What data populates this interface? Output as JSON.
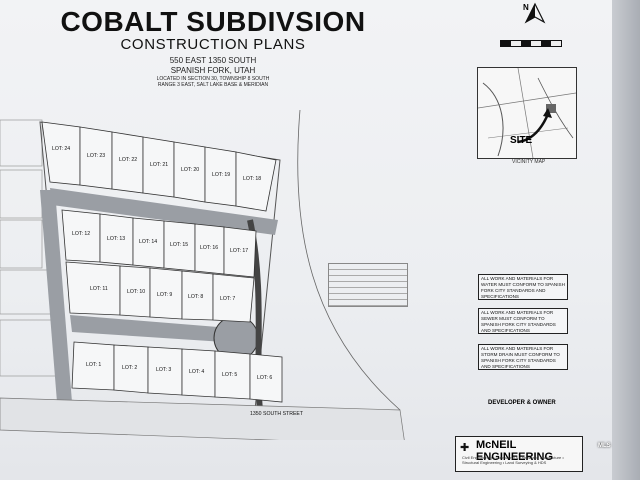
{
  "header": {
    "title": "COBALT SUBDIVSION",
    "subtitle": "CONSTRUCTION PLANS",
    "address1": "550 EAST 1350 SOUTH",
    "address2": "SPANISH FORK, UTAH",
    "legal1": "LOCATED IN SECTION 30, TOWNSHIP 8 SOUTH",
    "legal2": "RANGE 3 EAST, SALT LAKE BASE & MERIDIAN"
  },
  "north_arrow": {
    "label": "N"
  },
  "vicinity": {
    "site_label": "SITE",
    "caption": "VICINITY MAP"
  },
  "lots": {
    "row_top": [
      "LOT: 24",
      "LOT: 23",
      "LOT: 22",
      "LOT: 21",
      "LOT: 20",
      "LOT: 19",
      "LOT: 18"
    ],
    "row_mid1": [
      "LOT: 12",
      "LOT: 13",
      "LOT: 14",
      "LOT: 15",
      "LOT: 16",
      "LOT: 17"
    ],
    "row_mid2": [
      "LOT: 11",
      "LOT: 10",
      "LOT: 9",
      "LOT: 8",
      "LOT: 7"
    ],
    "row_bottom": [
      "LOT: 1",
      "LOT: 2",
      "LOT: 3",
      "LOT: 4",
      "LOT: 5",
      "LOT: 6"
    ]
  },
  "street": {
    "south": "1350 SOUTH STREET"
  },
  "notes": [
    "ALL WORK AND MATERIALS FOR WATER MUST CONFORM TO SPANISH FORK CITY STANDARDS AND SPECIFICATIONS",
    "ALL WORK AND MATERIALS FOR SEWER MUST CONFORM TO SPANISH FORK CITY STANDARDS AND SPECIFICATIONS",
    "ALL WORK AND MATERIALS FOR STORM DRAIN MUST CONFORM TO SPANISH FORK CITY STANDARDS AND SPECIFICATIONS"
  ],
  "developer": {
    "title": "DEVELOPER & OWNER"
  },
  "engineer": {
    "name": "McNEIL ENGINEERING",
    "tagline": "Civil Engineering • Consulting & Landscape Architecture • Structural Engineering • Land Surveying & HDS"
  },
  "watermark": {
    "mls": "MLS"
  }
}
